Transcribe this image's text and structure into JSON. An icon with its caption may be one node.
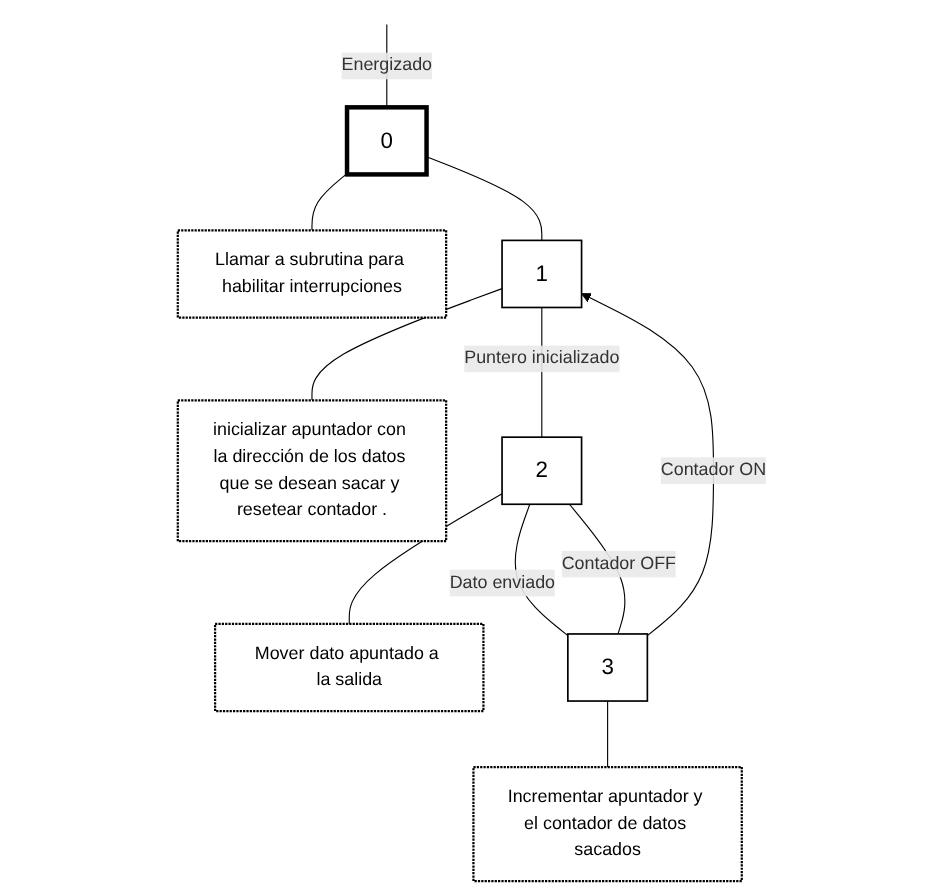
{
  "diagram": {
    "nodes": [
      {
        "text": [
          "0"
        ]
      },
      {
        "text": [
          "Llamar a subrutina para habilitar interrupciones"
        ]
      },
      {
        "text": [
          "1"
        ]
      },
      {
        "text": [
          "inicializar apuntador con la dirección de los datos que se desean sacar y resetear contador ."
        ]
      },
      {
        "text": [
          "2"
        ]
      },
      {
        "text": [
          "Mover dato apuntado a la salida"
        ]
      },
      {
        "text": [
          "3"
        ]
      },
      {
        "text": [
          "Incrementar apuntador y el contador de datos sacados"
        ]
      }
    ],
    "edges": [
      {
        "from": null,
        "to": 0,
        "label": "Energizado",
        "arrow": "none"
      },
      {
        "from": 0,
        "to": 1,
        "arrow": "none"
      },
      {
        "from": 0,
        "to": 2,
        "arrow": "none"
      },
      {
        "from": 2,
        "to": 3,
        "arrow": "none"
      },
      {
        "from": 2,
        "to": 4,
        "label": "Puntero inicializado",
        "arrow": "none"
      },
      {
        "from": 4,
        "to": 5,
        "arrow": "none"
      },
      {
        "from": 4,
        "to": 6,
        "label": "Dato enviado",
        "arrow": "none"
      },
      {
        "from": 6,
        "to": 7,
        "arrow": "none"
      },
      {
        "from": 6,
        "to": 4,
        "label": "Contador OFF",
        "arrow": "none"
      },
      {
        "from": 6,
        "to": 2,
        "label": "Contador ON",
        "arrow": "to"
      }
    ]
  }
}
